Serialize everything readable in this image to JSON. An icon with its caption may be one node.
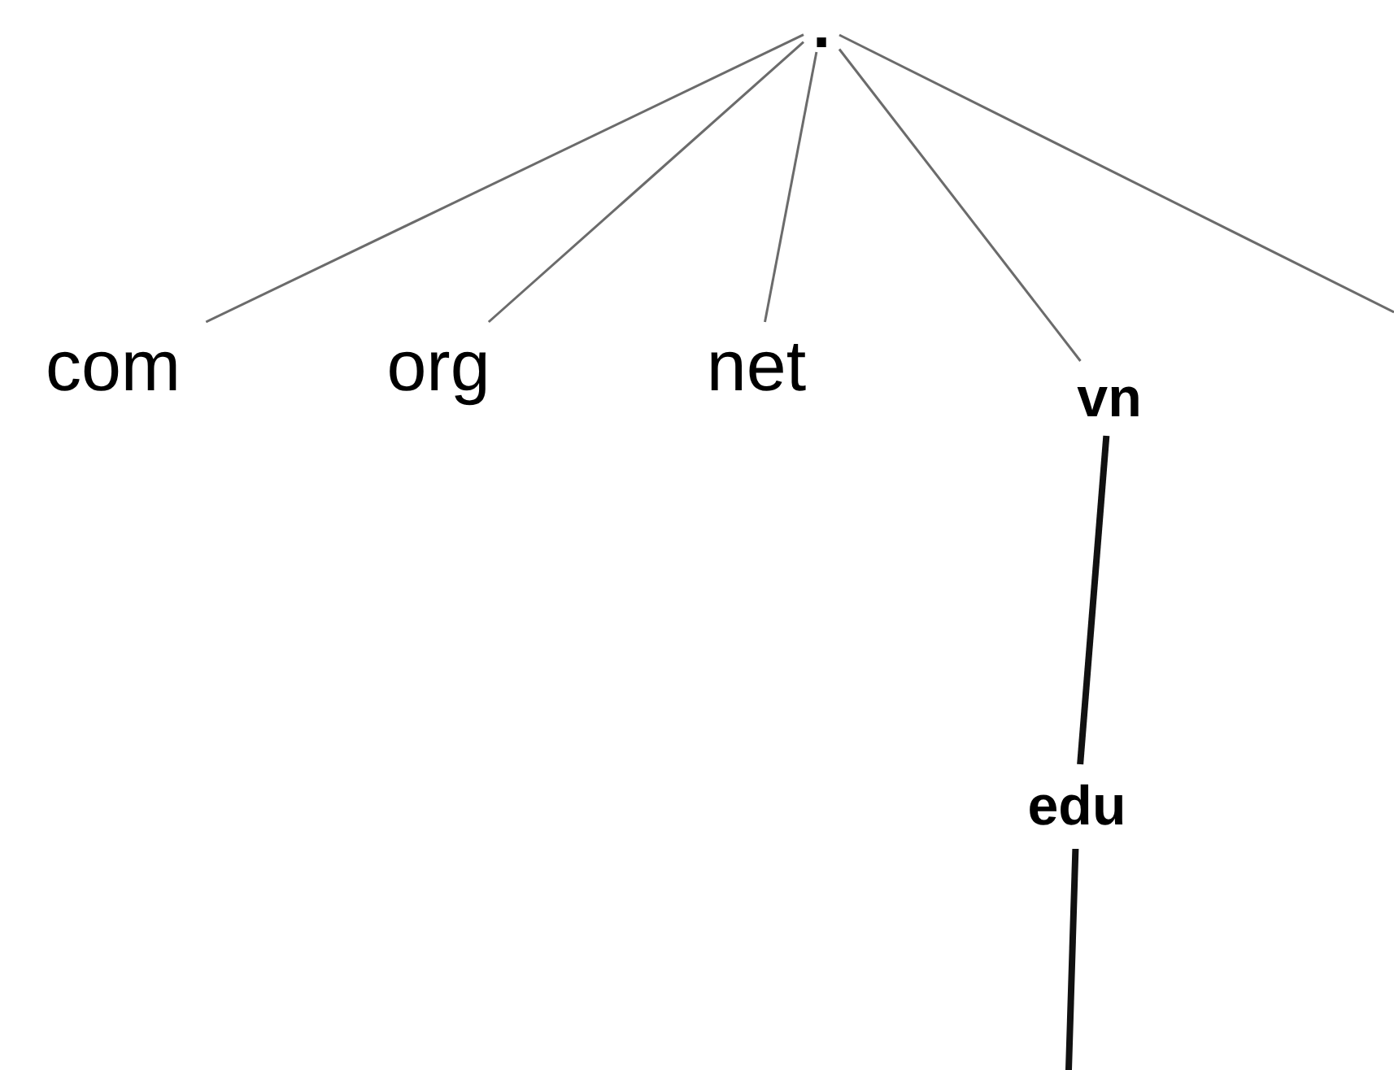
{
  "diagram": {
    "nodes": [
      {
        "text": [
          "."
        ]
      },
      {
        "text": [
          "com"
        ]
      },
      {
        "text": [
          "org"
        ]
      },
      {
        "text": [
          "net"
        ]
      },
      {
        "text": [
          "vn"
        ]
      },
      {
        "text": [
          "edu"
        ]
      }
    ],
    "edges": [
      {
        "from": 0,
        "to": 1,
        "arrow": "none"
      },
      {
        "from": 0,
        "to": 2,
        "arrow": "none"
      },
      {
        "from": 0,
        "to": 3,
        "arrow": "none"
      },
      {
        "from": 0,
        "to": 4,
        "arrow": "none"
      },
      {
        "from": 0,
        "to": null,
        "arrow": "none"
      },
      {
        "from": 4,
        "to": 5,
        "arrow": "none",
        "style": "thick"
      },
      {
        "from": 5,
        "to": null,
        "arrow": "none",
        "style": "thick"
      }
    ]
  }
}
